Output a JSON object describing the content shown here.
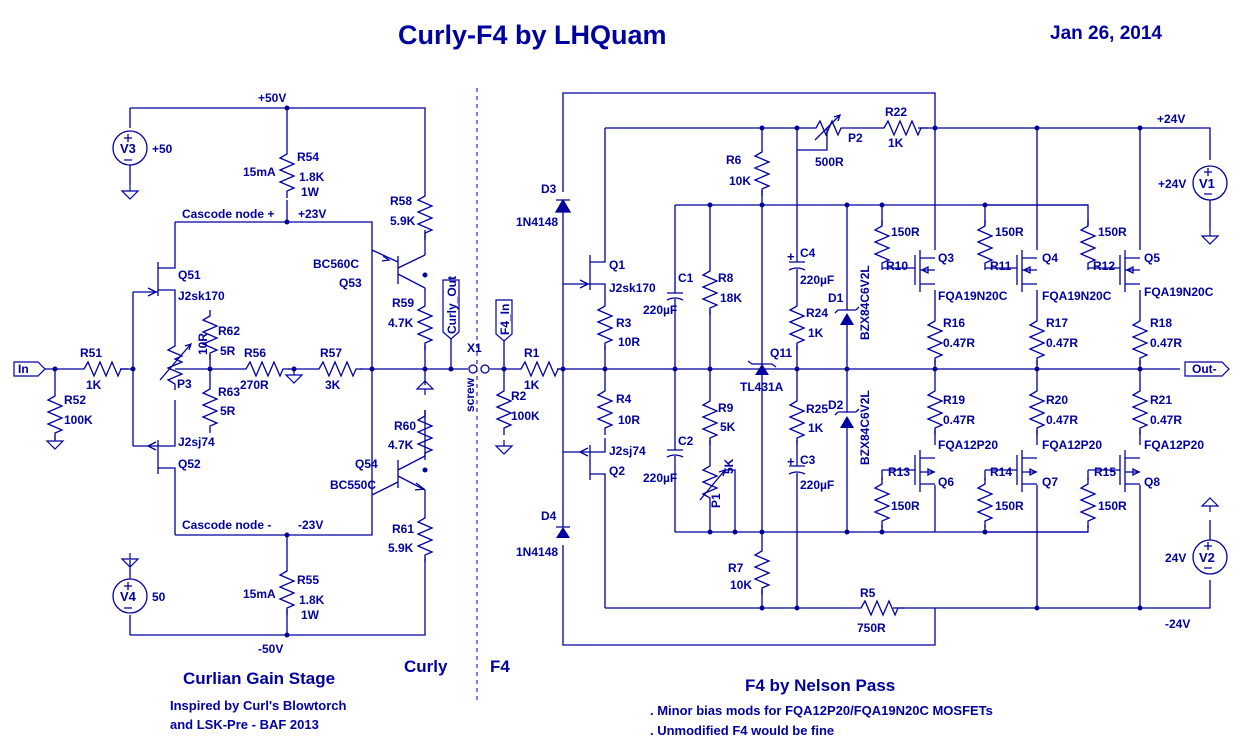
{
  "title": "Curly-F4 by LHQuam",
  "date": "Jan 26, 2014",
  "sections": {
    "left_title": "Curlian Gain Stage",
    "left_note1": "Inspired by Curl's Blowtorch",
    "left_note2": "and  LSK-Pre - BAF 2013",
    "curly_label": "Curly",
    "f4_label": "F4",
    "right_title": "F4 by Nelson Pass",
    "right_note1": ".  Minor bias mods for FQA12P20/FQA19N20C MOSFETs",
    "right_note2": ".  Unmodified F4 would be fine"
  },
  "ports": {
    "in": "In",
    "out": "Out-",
    "curly_out": "Curly_Out",
    "f4_in": "F4_In"
  },
  "nets": {
    "p50": "+50V",
    "m50": "-50V",
    "p23": "+23V",
    "m23": "-23V",
    "casc_p": "Cascode node +",
    "casc_m": "Cascode node -",
    "p24": "+24V",
    "m24": "-24V",
    "screw": "screw"
  },
  "sources": {
    "v3": "V3",
    "v3v": "+50",
    "v4": "V4",
    "v4v": "50",
    "v1": "V1",
    "v1v": "+24V",
    "v2": "V2",
    "v2v": "24V"
  },
  "parts": {
    "r51": "R51",
    "r51v": "1K",
    "r52": "R52",
    "r52v": "100K",
    "r54": "R54",
    "r54v": "1.8K",
    "r54p": "1W",
    "r54i": "15mA",
    "r55": "R55",
    "r55v": "1.8K",
    "r55p": "1W",
    "r55i": "15mA",
    "q51": "Q51",
    "q51m": "J2sk170",
    "q52": "Q52",
    "q52m": "J2sj74",
    "p3": "P3",
    "p3v": "10R",
    "r62": "R62",
    "r62v": "5R",
    "r63": "R63",
    "r63v": "5R",
    "r56": "R56",
    "r56v": "270R",
    "r57": "R57",
    "r57v": "3K",
    "r58": "R58",
    "r58v": "5.9K",
    "r59": "R59",
    "r59v": "4.7K",
    "r60": "R60",
    "r60v": "4.7K",
    "r61": "R61",
    "r61v": "5.9K",
    "q53": "Q53",
    "q53m": "BC560C",
    "q54": "Q54",
    "q54m": "BC550C",
    "x1": "X1",
    "r1": "R1",
    "r1v": "1K",
    "r2": "R2",
    "r2v": "100K",
    "d3": "D3",
    "d3m": "1N4148",
    "d4": "D4",
    "d4m": "1N4148",
    "q1": "Q1",
    "q1m": "J2sk170",
    "q2": "Q2",
    "q2m": "J2sj74",
    "r3": "R3",
    "r3v": "10R",
    "r4": "R4",
    "r4v": "10R",
    "c1": "C1",
    "c1v": "220µF",
    "c2": "C2",
    "c2v": "220µF",
    "r6": "R6",
    "r6v": "10K",
    "r7": "R7",
    "r7v": "10K",
    "r8": "R8",
    "r8v": "18K",
    "r9": "R9",
    "r9v": "5K",
    "p1": "P1",
    "p1v": "5K",
    "q11": "Q11",
    "q11m": "TL431A",
    "c4": "C4",
    "c4v": "220µF",
    "c3": "C3",
    "c3v": "220µF",
    "r24": "R24",
    "r24v": "1K",
    "r25": "R25",
    "r25v": "1K",
    "d1": "D1",
    "d1m": "BZX84C6V2L",
    "d2": "D2",
    "d2m": "BZX84C6V2L",
    "p2": "P2",
    "p2v": "500R",
    "r22": "R22",
    "r22v": "1K",
    "r5": "R5",
    "r5v": "750R",
    "r10": "R10",
    "r10v": "150R",
    "r11": "R11",
    "r11v": "150R",
    "r12": "R12",
    "r12v": "150R",
    "r13": "R13",
    "r13v": "150R",
    "r14": "R14",
    "r14v": "150R",
    "r15": "R15",
    "r15v": "150R",
    "q3": "Q3",
    "q4": "Q4",
    "q5": "Q5",
    "nm": "FQA19N20C",
    "q6": "Q6",
    "q7": "Q7",
    "q8": "Q8",
    "pm": "FQA12P20",
    "r16": "R16",
    "r17": "R17",
    "r18": "R18",
    "r19": "R19",
    "r20": "R20",
    "r21": "R21",
    "r047": "0.47R"
  }
}
